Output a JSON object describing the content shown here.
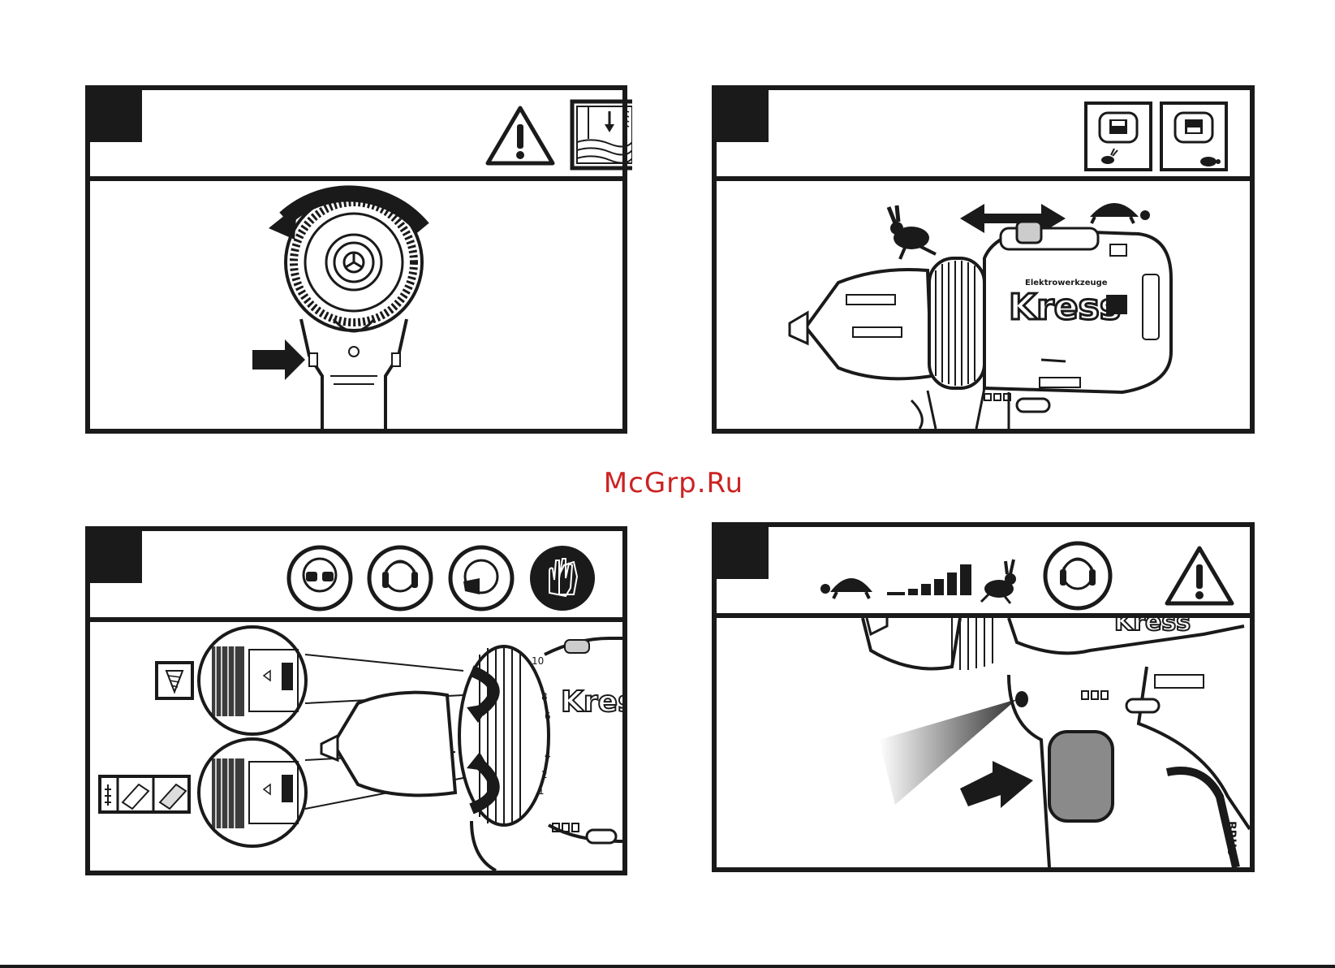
{
  "watermark": {
    "text": "McGrp.Ru",
    "color": "#cc2222"
  },
  "brand": {
    "logo_text": "Kress",
    "logo_tagline": "Elektrowerkzeuge"
  },
  "colors": {
    "line": "#1a1a1a",
    "background": "#ffffff"
  },
  "panels": [
    {
      "icons": [
        "warning-triangle-icon",
        "wood-screw-direction-icon"
      ],
      "illustration": "chuck-front-view-rotation"
    },
    {
      "icons": [
        "gear-switch-high-speed-icon",
        "gear-switch-low-speed-icon"
      ],
      "illustration": "drill-gear-selector"
    },
    {
      "icons": [
        "eye-protection-icon",
        "ear-protection-icon",
        "dust-mask-icon",
        "gloves-icon"
      ],
      "illustration": "torque-collar-settings",
      "torque_scale": [
        "1",
        "2",
        "4",
        "6",
        "8",
        "10"
      ]
    },
    {
      "icons": [
        "speed-ramp-icon",
        "ear-protection-icon",
        "warning-triangle-icon"
      ],
      "illustration": "trigger-led-light"
    }
  ],
  "badge_text": "BRUS"
}
